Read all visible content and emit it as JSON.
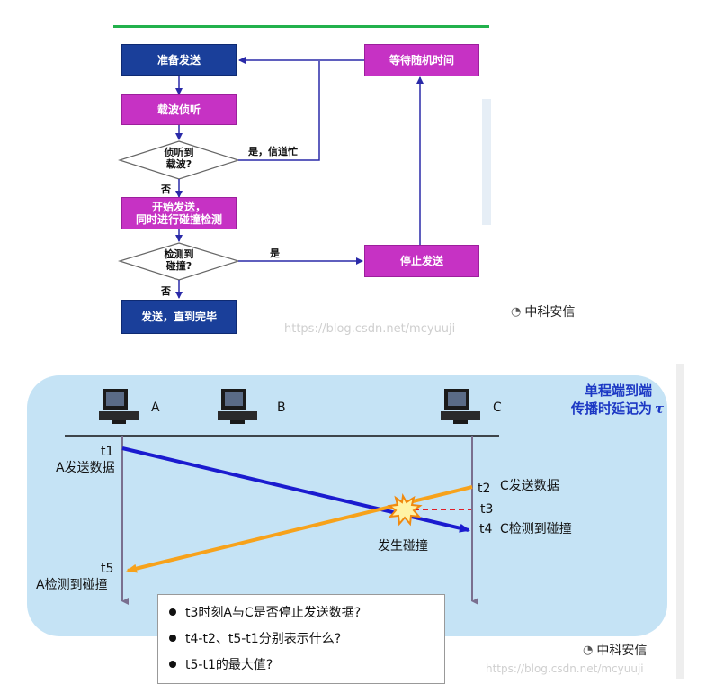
{
  "flowchart": {
    "boxes": {
      "prepare_send": "准备发送",
      "carrier_listen": "载波侦听",
      "start_send": "开始发送，\n同时进行碰撞检测",
      "send_complete": "发送，直到完毕",
      "wait_random": "等待随机时间",
      "stop_send": "停止发送"
    },
    "decisions": {
      "carrier_detected": "侦听到\n载波?",
      "collision_detected": "检测到\n碰撞?"
    },
    "labels": {
      "yes_busy": "是，信道忙",
      "no_1": "否",
      "yes_2": "是",
      "no_2": "否"
    },
    "colors": {
      "blue": "#1a3f9a",
      "magenta": "#c632c4",
      "green_bar": "#22b14c",
      "arrow": "#2a2aa8"
    }
  },
  "watermarks": {
    "url_1": "https://blog.csdn.net/mcyuuji",
    "url_2": "https://blog.csdn.net/mcyuuji"
  },
  "brand": {
    "name_1": "中科安信",
    "name_2": "中科安信"
  },
  "timing": {
    "title": "单程端到端\n传播时延记为",
    "tau": "τ",
    "stations": {
      "a": "A",
      "b": "B",
      "c": "C"
    },
    "events": {
      "t1": "t1",
      "a_send": "A发送数据",
      "t2": "t2",
      "c_send": "C发送数据",
      "t3": "t3",
      "t4": "t4",
      "c_detect": "C检测到碰撞",
      "collision": "发生碰撞",
      "t5": "t5",
      "a_detect": "A检测到碰撞"
    },
    "questions": [
      "t3时刻A与C是否停止发送数据?",
      "t4-t2、t5-t1分别表示什么?",
      "t5-t1的最大值?"
    ],
    "colors": {
      "panel": "#c5e3f5",
      "a_signal": "#1b1bcf",
      "c_signal": "#f7a21b",
      "collision_dash": "#e0202a",
      "title": "#1c38c4"
    }
  }
}
